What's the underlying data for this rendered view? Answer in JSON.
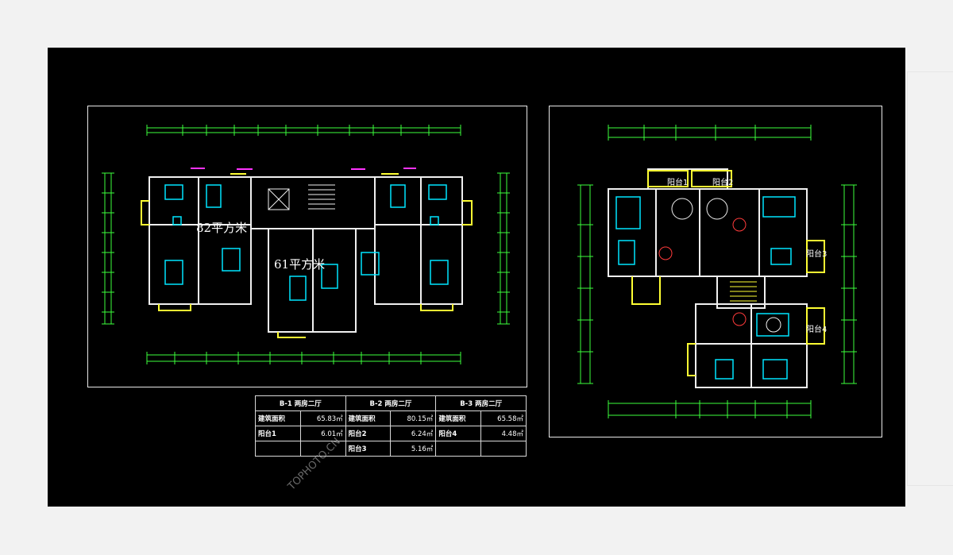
{
  "plan_left": {
    "area_label_1": "82平方米",
    "area_label_2": "61平方米"
  },
  "plan_right": {
    "balcony_1": "阳台1",
    "balcony_2": "阳台2",
    "balcony_3": "阳台3",
    "balcony_4": "阳台4"
  },
  "area_table": {
    "headers": [
      "B-1 两房二厅",
      "B-2 两房二厅",
      "B-3 两房二厅"
    ],
    "rows": [
      [
        "建筑面积",
        "65.83㎡",
        "建筑面积",
        "80.15㎡",
        "建筑面积",
        "65.58㎡"
      ],
      [
        "阳台1",
        "6.01㎡",
        "阳台2",
        "6.24㎡",
        "阳台4",
        "4.48㎡"
      ],
      [
        "",
        "",
        "阳台3",
        "5.16㎡",
        "",
        ""
      ]
    ]
  },
  "watermark": "TOPHOTO.CN"
}
